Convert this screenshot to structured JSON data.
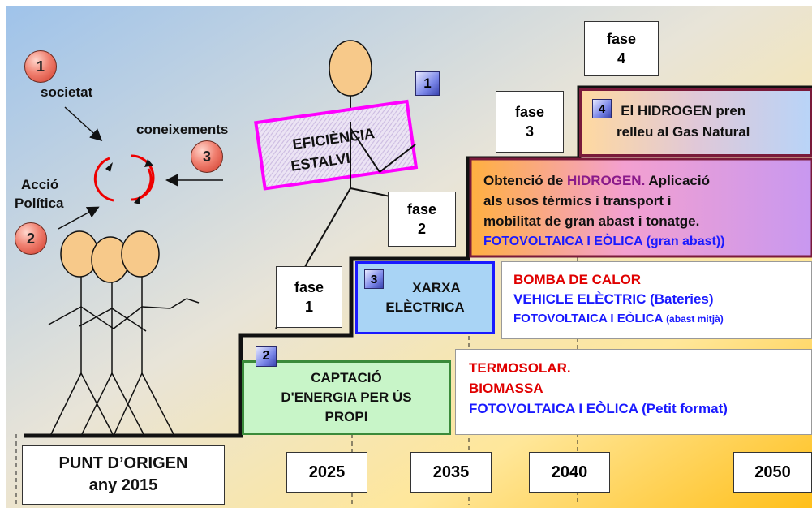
{
  "circles": {
    "c1": "1",
    "c2": "2",
    "c3": "3"
  },
  "labels": {
    "societat": "societat",
    "coneixements": "coneixements",
    "accio": "Acció",
    "politica": "Política"
  },
  "efficiency": {
    "line1": "EFICIÈNCIA",
    "line2": "ESTALVI",
    "badge": "1"
  },
  "phases": {
    "fase1": [
      "fase",
      "1"
    ],
    "fase2": [
      "fase",
      "2"
    ],
    "fase3": [
      "fase",
      "3"
    ],
    "fase4": [
      "fase",
      "4"
    ]
  },
  "steps": {
    "step2": {
      "badge": "2",
      "lines": [
        "CAPTACIÓ",
        "D'ENERGIA PER ÚS",
        "PROPI"
      ]
    },
    "step3": {
      "badge": "3",
      "lines": [
        "XARXA",
        "ELÈCTRICA"
      ]
    },
    "step4": {
      "badge": "4",
      "hidrogen_word": "El HIDROGEN",
      "rest1": " pren",
      "line2": "relleu al Gas Natural"
    }
  },
  "techs": {
    "phase1": {
      "t1": "TERMOSOLAR.",
      "t2": "BIOMASSA",
      "t3": "FOTOVOLTAICA I EÒLICA (Petit format)"
    },
    "phase2": {
      "t1": "BOMBA DE CALOR",
      "t2": "VEHICLE ELÈCTRIC (Bateries)",
      "t3a": "FOTOVOLTAICA I EÒLICA",
      "t3b": "(abast mitjà)"
    },
    "phase3": {
      "l1a": "Obtenció de ",
      "l1b": "HIDROGEN.",
      "l1c": " Aplicació",
      "l2": "als usos tèrmics i transport i",
      "l3": "mobilitat de gran abast i tonatge.",
      "l4": "FOTOVOLTAICA I EÒLICA (gran abast))"
    }
  },
  "origin": {
    "line1": "PUNT D’ORIGEN",
    "line2": "any 2015"
  },
  "years": [
    "2025",
    "2035",
    "2040",
    "2050"
  ],
  "colors": {
    "step2_bg": "#c8f5c8",
    "step2_border": "#3a8a3a",
    "step3_bg": "#a9d4f5",
    "step3_border": "#1a1aff",
    "efficiency_border": "#ff00ff",
    "step4_border": "#7a1a3a",
    "red_text": "#e00000",
    "blue_text": "#1a1aff"
  }
}
